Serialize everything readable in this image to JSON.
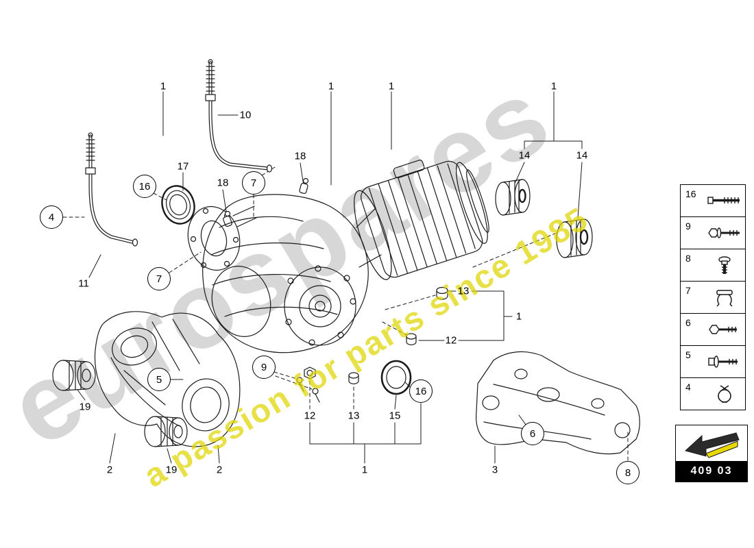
{
  "watermark": {
    "brand": "eurospares",
    "tagline": "a passion for parts since 1985"
  },
  "footer": {
    "part_code": "409 03"
  },
  "colors": {
    "line": "#1a1a1a",
    "watermark_gray": "#b6b6b6",
    "watermark_yellow": "#ded600",
    "code_bg": "#000000",
    "arrow_yellow": "#e8d800"
  },
  "sidebar": {
    "items": [
      {
        "label": "16",
        "icon": "long-bolt-icon"
      },
      {
        "label": "9",
        "icon": "hex-bolt-washer-icon"
      },
      {
        "label": "8",
        "icon": "short-screw-icon"
      },
      {
        "label": "7",
        "icon": "hose-clamp-icon"
      },
      {
        "label": "6",
        "icon": "hex-bolt-icon"
      },
      {
        "label": "5",
        "icon": "bolt-captive-washer-icon"
      },
      {
        "label": "4",
        "icon": "spring-clamp-icon"
      }
    ]
  },
  "callouts": {
    "plain": [
      {
        "label": "1"
      },
      {
        "label": "1"
      },
      {
        "label": "1"
      },
      {
        "label": "1"
      },
      {
        "label": "10"
      },
      {
        "label": "17"
      },
      {
        "label": "18"
      },
      {
        "label": "18"
      },
      {
        "label": "14"
      },
      {
        "label": "14"
      },
      {
        "label": "11"
      },
      {
        "label": "13"
      },
      {
        "label": "1"
      },
      {
        "label": "12"
      },
      {
        "label": "19"
      },
      {
        "label": "12"
      },
      {
        "label": "13"
      },
      {
        "label": "15"
      },
      {
        "label": "2"
      },
      {
        "label": "19"
      },
      {
        "label": "2"
      },
      {
        "label": "1"
      },
      {
        "label": "3"
      }
    ],
    "circled": [
      {
        "label": "4"
      },
      {
        "label": "16"
      },
      {
        "label": "7"
      },
      {
        "label": "7"
      },
      {
        "label": "5"
      },
      {
        "label": "9"
      },
      {
        "label": "16"
      },
      {
        "label": "6"
      },
      {
        "label": "8"
      }
    ]
  }
}
